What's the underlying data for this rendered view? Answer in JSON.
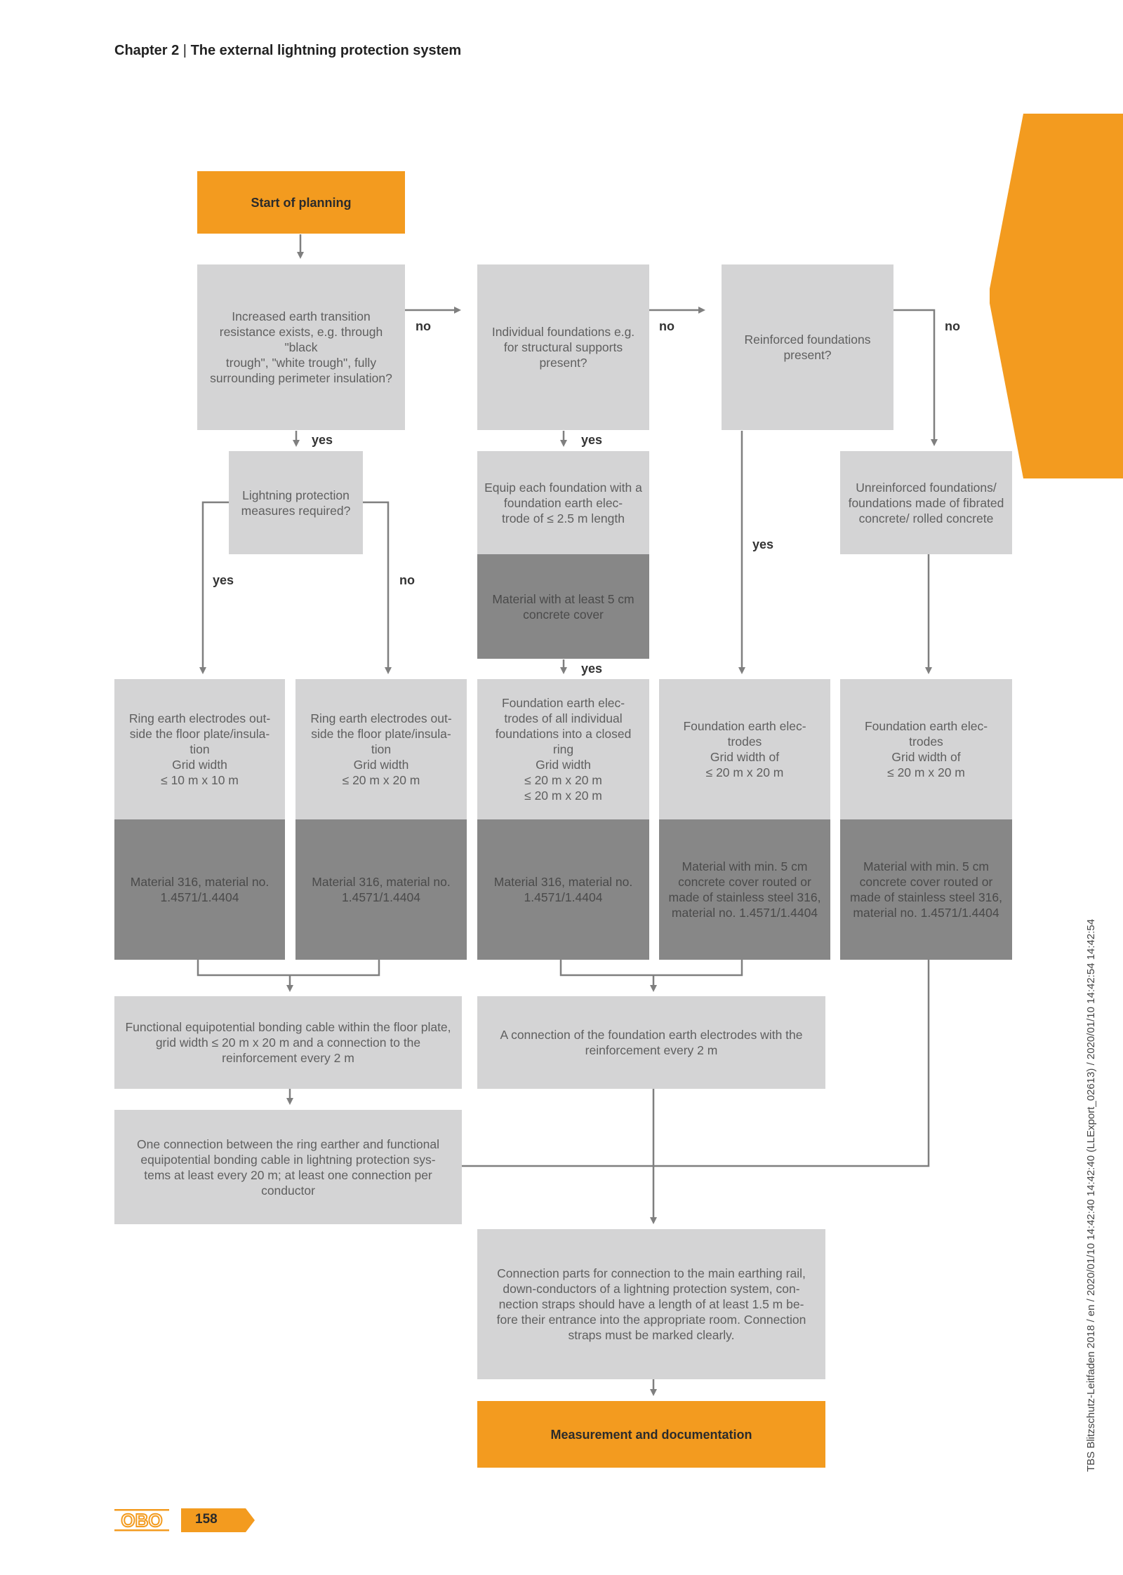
{
  "header": {
    "chapter": "Chapter 2",
    "separator": " | ",
    "title": "The external lightning protection system"
  },
  "boxes": {
    "start": "Start of planning",
    "q_earth_resistance": "Increased earth transition resistance exists, e.g. through \"black\ntrough\", \"white trough\", fully surrounding perimeter insulation?",
    "q_individual_foundations": "Individual foundations e.g. for structural supports present?",
    "q_reinforced": "Reinforced foundations present?",
    "q_lightning_measures": "Lightning protection measures required?",
    "equip_each": "Equip each foundation with a foundation earth elec-\ntrode of ≤ 2.5 m length",
    "material_5cm": "Material with at least 5 cm concrete cover",
    "unreinforced": "Unreinforced foundations/ foundations made of fibrated concrete/ rolled concrete",
    "ring_10": "Ring earth electrodes out-\nside the floor plate/insula-\ntion\nGrid width\n≤ 10 m x 10 m",
    "ring_20": "Ring earth electrodes out-\nside the floor plate/insula-\ntion\nGrid width\n≤ 20 m x 20 m",
    "closed_ring": "Foundation earth elec-\ntrodes of all individual foundations into a closed ring\nGrid width\n≤ 20 m x 20 m\n≤ 20 m x 20 m",
    "found_grid_a": "Foundation earth elec-\ntrodes\nGrid width of\n≤ 20 m x 20 m",
    "found_grid_b": "Foundation earth elec-\ntrodes\nGrid width of\n≤ 20 m x 20 m",
    "mat316_a": "Material 316, material no. 1.4571/1.4404",
    "mat316_b": "Material 316, material no. 1.4571/1.4404",
    "mat316_c": "Material 316, material no. 1.4571/1.4404",
    "mat_min5_a": "Material with min. 5 cm concrete cover routed or made of stainless steel 316, material no. 1.4571/1.4404",
    "mat_min5_b": "Material with min. 5 cm concrete cover routed or made of stainless steel 316, material no. 1.4571/1.4404",
    "functional_bonding": "Functional equipotential bonding cable within the floor plate, grid width ≤ 20 m x 20 m and a connection to the reinforcement every 2 m",
    "connection_foundation": "A connection of the foundation earth electrodes with the reinforcement every 2 m",
    "ring_connection": "One connection between the ring earther and functional equipotential bonding cable in lightning protection sys-\ntems at least every 20 m; at least one connection per conductor",
    "connection_parts": "Connection parts for connection to the main earthing rail, down-conductors of a lightning protection system, con-\nnection straps should have a length of at least 1.5 m be-\nfore their entrance into the appropriate room. Connection straps must be marked clearly.",
    "measurement": "Measurement and documentation"
  },
  "labels": {
    "no_1": "no",
    "no_2": "no",
    "no_3": "no",
    "no_4": "no",
    "yes_1": "yes",
    "yes_2": "yes",
    "yes_3": "yes",
    "yes_4": "yes",
    "yes_5": "yes"
  },
  "footer": {
    "logo": "OBO",
    "page_number": "158",
    "sidebar": "TBS Blitzschutz-Leitfaden 2018 / en / 2020/01/10 14:42:40 14:42:40 (LLExport_02613) / 2020/01/10 14:42:54 14:42:54"
  },
  "colors": {
    "orange": "#f39b1f",
    "light_box": "#d4d4d5",
    "dark_box": "#878787",
    "line": "#7f7f7f"
  }
}
